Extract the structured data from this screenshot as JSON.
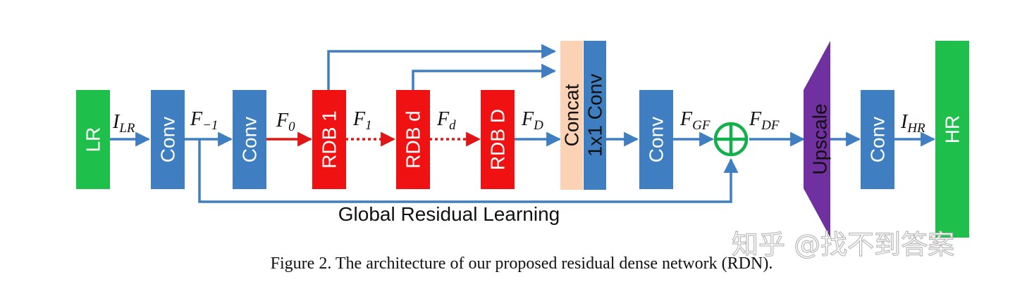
{
  "diagram": {
    "blocks": {
      "lr": "LR",
      "conv1": "Conv",
      "conv2": "Conv",
      "rdb1": "RDB 1",
      "rdbd": "RDB d",
      "rdbD": "RDB D",
      "concat": "Concat",
      "conv1x1": "1x1 Conv",
      "conv3": "Conv",
      "upscale": "Upscale",
      "conv4": "Conv",
      "hr": "HR"
    },
    "signals": {
      "ilr": {
        "main": "I",
        "sub": "LR"
      },
      "fm1": {
        "main": "F",
        "sub": "−1"
      },
      "f0": {
        "main": "F",
        "sub": "0"
      },
      "f1": {
        "main": "F",
        "sub": "1"
      },
      "fd": {
        "main": "F",
        "sub": "d"
      },
      "fD": {
        "main": "F",
        "sub": "D"
      },
      "fgf": {
        "main": "F",
        "sub": "GF"
      },
      "fdf": {
        "main": "F",
        "sub": "DF"
      },
      "ihr": {
        "main": "I",
        "sub": "HR"
      }
    },
    "global_residual_label": "Global Residual Learning",
    "caption": "Figure 2. The architecture of our proposed residual dense network (RDN).",
    "watermark": "知乎 @找不到答案",
    "colors": {
      "green": "#1fbf4c",
      "blue": "#3f7fc1",
      "red": "#f01212",
      "peach": "#fbd3b4",
      "purple": "#7030a0",
      "arrow_blue": "#3f7fc1",
      "arrow_red": "#e01515",
      "sum_green": "#11b04a"
    }
  }
}
